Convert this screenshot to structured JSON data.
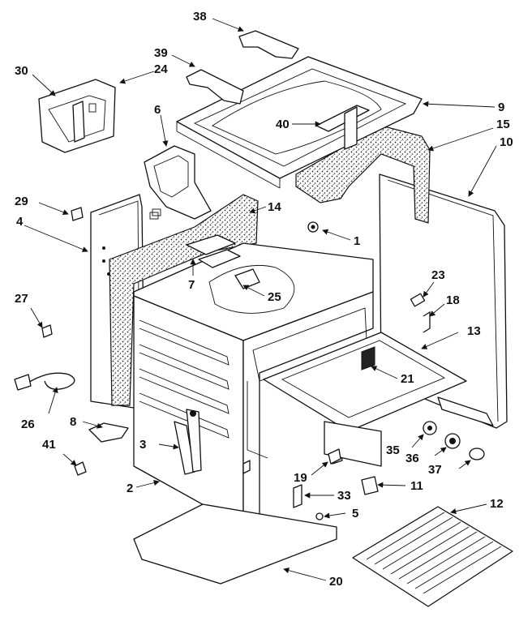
{
  "callouts": {
    "c1": "1",
    "c2": "2",
    "c3": "3",
    "c4": "4",
    "c5": "5",
    "c6": "6",
    "c7": "7",
    "c8": "8",
    "c9": "9",
    "c10": "10",
    "c11": "11",
    "c12": "12",
    "c13": "13",
    "c14": "14",
    "c15": "15",
    "c18": "18",
    "c19": "19",
    "c20": "20",
    "c21": "21",
    "c23": "23",
    "c24": "24",
    "c25": "25",
    "c26": "26",
    "c27": "27",
    "c29": "29",
    "c30": "30",
    "c33": "33",
    "c35": "35",
    "c36": "36",
    "c37": "37",
    "c38": "38",
    "c39": "39",
    "c40": "40",
    "c41": "41"
  }
}
